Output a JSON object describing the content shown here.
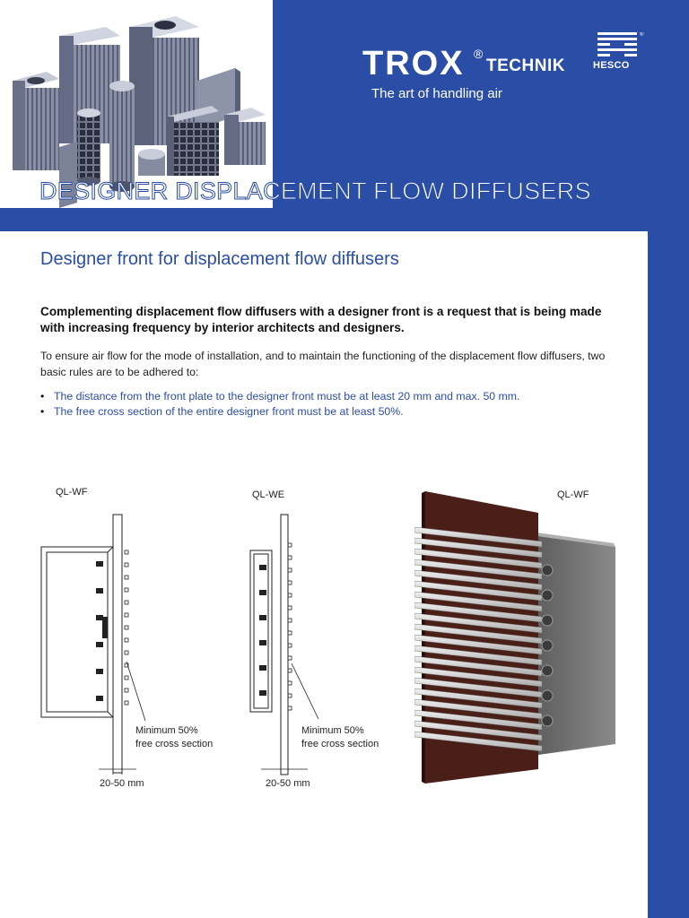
{
  "brand": {
    "name": "TROX",
    "registered": "®",
    "suffix": "TECHNIK",
    "tagline": "The art of handling air",
    "partner": "HESCO"
  },
  "banner": {
    "title": "DESIGNER DISPLACEMENT FLOW DIFFUSERS"
  },
  "section": {
    "title": "Designer front for displacement flow diffusers",
    "intro": "Complementing displacement flow diffusers with a designer front is a request that is being made with increasing frequency by interior architects and designers.",
    "body": "To ensure air flow for the mode of installation, and to maintain the functioning of the displacement flow diffusers, two basic rules are to be adhered to:",
    "rules": [
      "The distance from the front plate to the designer front must be at least 20 mm and max. 50 mm.",
      "The free cross section of the entire designer front must be at least 50%."
    ]
  },
  "figures": {
    "drawing1": {
      "label": "QL-WF",
      "note_line1": "Minimum 50%",
      "note_line2": "free cross section",
      "dimension": "20-50 mm"
    },
    "drawing2": {
      "label": "QL-WE",
      "note_line1": "Minimum 50%",
      "note_line2": "free cross section",
      "dimension": "20-50 mm"
    },
    "render": {
      "label": "QL-WF"
    }
  },
  "colors": {
    "brand_blue": "#2a4ea6",
    "front_panel": "#4a1f18",
    "housing": "#777777"
  }
}
